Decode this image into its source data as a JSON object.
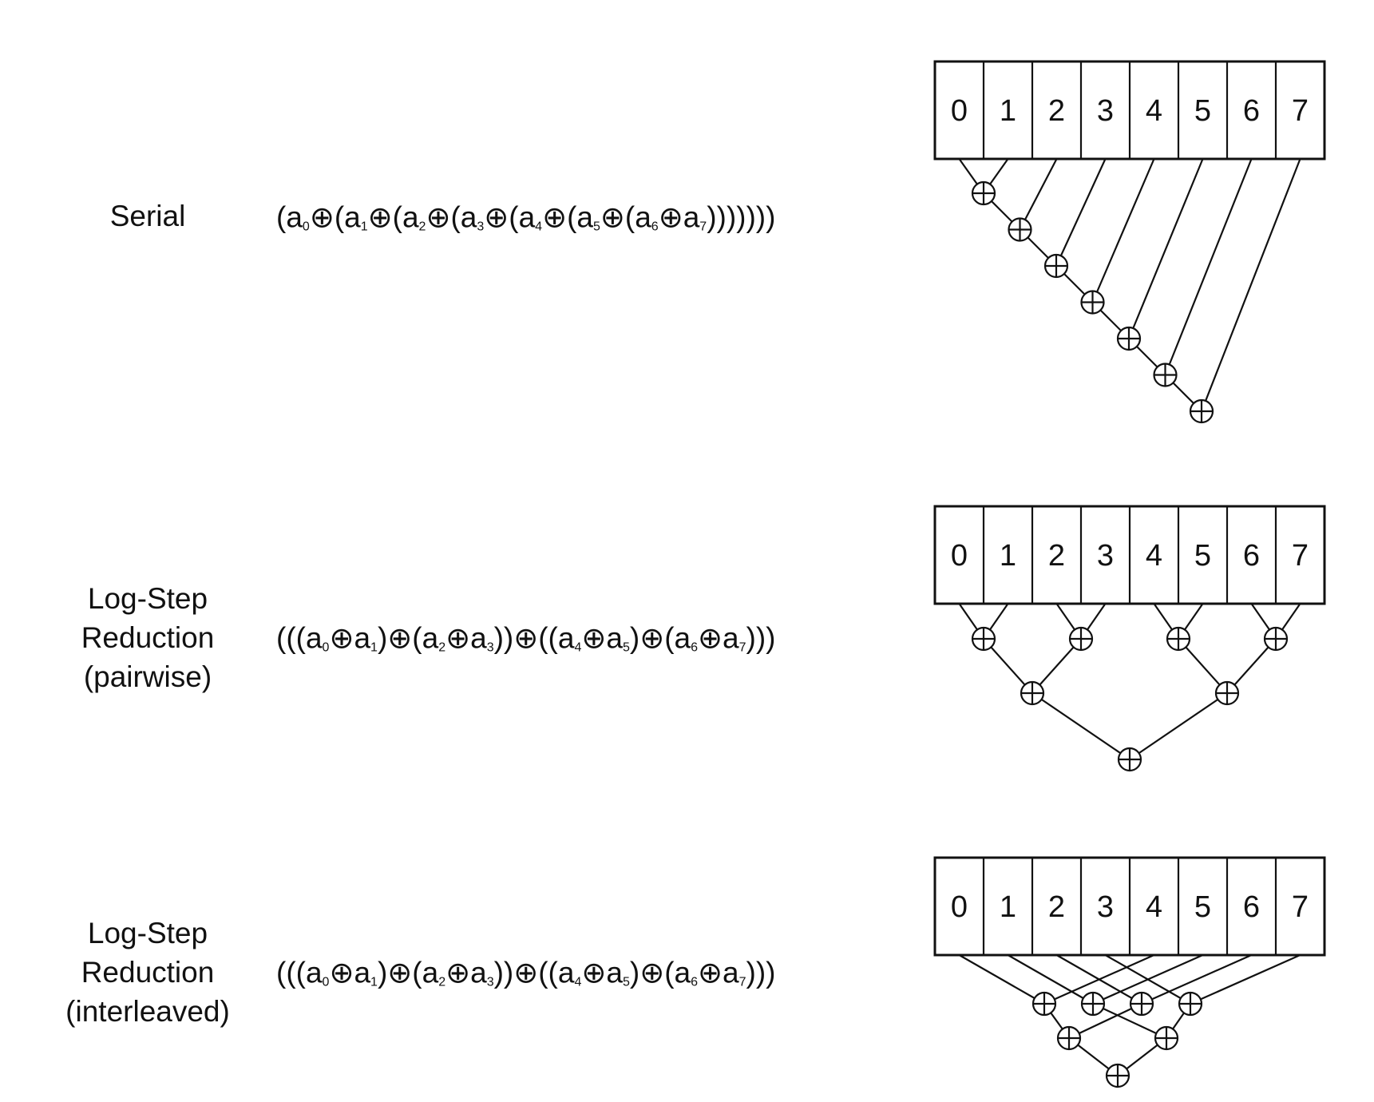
{
  "rows": [
    {
      "name": "serial",
      "label_lines": [
        "Serial"
      ],
      "expression": "(a0⊕(a1⊕(a2⊕(a3⊕(a4⊕(a5⊕(a6⊕a7)))))))",
      "cells": [
        "0",
        "1",
        "2",
        "3",
        "4",
        "5",
        "6",
        "7"
      ]
    },
    {
      "name": "pairwise",
      "label_lines": [
        "Log-Step",
        "Reduction",
        "(pairwise)"
      ],
      "expression": "(((a0⊕a1)⊕(a2⊕a3))⊕((a4⊕a5)⊕(a6⊕a7)))",
      "cells": [
        "0",
        "1",
        "2",
        "3",
        "4",
        "5",
        "6",
        "7"
      ]
    },
    {
      "name": "interleaved",
      "label_lines": [
        "Log-Step",
        "Reduction",
        "(interleaved)"
      ],
      "expression": "(((a0⊕a1)⊕(a2⊕a3))⊕((a4⊕a5)⊕(a6⊕a7)))",
      "cells": [
        "0",
        "1",
        "2",
        "3",
        "4",
        "5",
        "6",
        "7"
      ]
    }
  ]
}
